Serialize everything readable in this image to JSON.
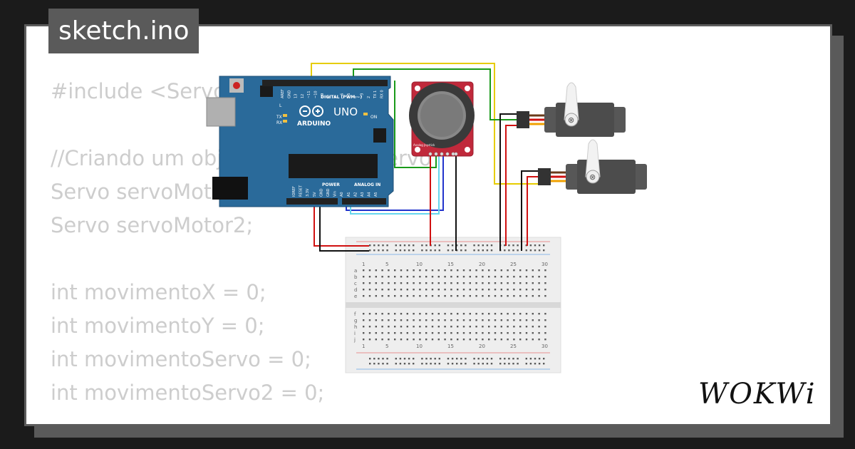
{
  "title": "sketch.ino",
  "code_lines": [
    "#include <Servo.h>",
    "",
    "//Criando um objeto para cada Servo",
    "Servo servoMotor;",
    "Servo servoMotor2;",
    "",
    "int movimentoX = 0;",
    "int movimentoY = 0;",
    "int movimentoServo = 0;",
    "int movimentoServo2 = 0;"
  ],
  "board": {
    "name": "UNO",
    "brand": "ARDUINO",
    "digital_label": "DIGITAL (PWM ~)",
    "power_label": "POWER",
    "analog_label": "ANALOG IN",
    "led_labels": [
      "L",
      "TX",
      "RX",
      "ON"
    ],
    "top_pin_labels": [
      "AREF",
      "GND",
      "13",
      "12",
      "~11",
      "~10",
      "~9",
      "8",
      "7",
      "~6",
      "~5",
      "4",
      "~3",
      "2",
      "TX 1",
      "RX 0"
    ],
    "bottom_pin_labels": [
      "IOREF",
      "RESET",
      "3.3V",
      "5V",
      "GND",
      "GND",
      "Vin",
      "A0",
      "A1",
      "A2",
      "A3",
      "A4",
      "A5"
    ]
  },
  "joystick": {
    "label": "Analog Joystick"
  },
  "breadboard": {
    "column_numbers": [
      "1",
      "5",
      "10",
      "15",
      "20",
      "25",
      "30"
    ],
    "row_letters_top": [
      "a",
      "b",
      "c",
      "d",
      "e"
    ],
    "row_letters_bottom": [
      "f",
      "g",
      "h",
      "i",
      "j"
    ]
  },
  "logo": "WOKWi",
  "colors": {
    "background": "#1b1b1b",
    "card": "#ffffff",
    "tag": "#5a5a5a",
    "code_text": "#cdcdcd",
    "arduino_blue": "#2a6a9a",
    "joystick_red": "#c0293b",
    "servo_gray": "#575757",
    "wire_red": "#d01010",
    "wire_black": "#111111",
    "wire_yellow": "#e6cc00",
    "wire_green": "#1a9a1a",
    "wire_blue": "#2233cc",
    "wire_cyan": "#66d7ee"
  }
}
